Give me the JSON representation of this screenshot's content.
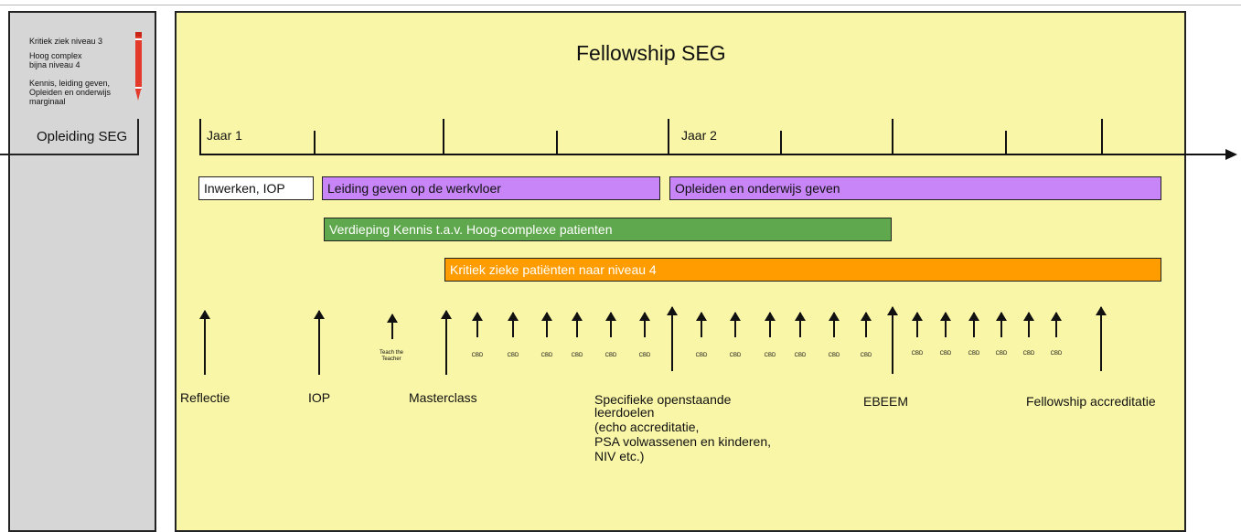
{
  "left_panel": {
    "legend": [
      "Kritiek ziek niveau 3",
      "Hoog complex",
      "bijna niveau 4",
      "Kennis, leiding geven,",
      "Opleiden en onderwijs",
      "marginaal"
    ],
    "label": "Opleiding SEG",
    "pencil_color": "#e33a2c"
  },
  "main": {
    "title": "Fellowship SEG",
    "background": "#f9f6a7",
    "year1": "Jaar 1",
    "year2": "Jaar 2"
  },
  "bars": {
    "inwerken": "Inwerken, IOP",
    "leiding": "Leiding geven op de werkvloer",
    "opleiden": "Opleiden en onderwijs geven",
    "verdieping": "Verdieping Kennis t.a.v. Hoog-complexe patienten",
    "kritiek": "Kritiek zieke patiënten naar niveau 4",
    "colors": {
      "white": "#ffffff",
      "purple": "#c785f7",
      "green": "#5fa84e",
      "orange": "#ff9c00"
    }
  },
  "milestones": {
    "reflectie": "Reflectie",
    "iop": "IOP",
    "teach": "Teach the Teacher",
    "masterclass": "Masterclass",
    "specifieke": [
      "Specifieke openstaande",
      "leerdoelen",
      "(echo accreditatie,",
      "PSA volwassenen en kinderen,",
      "NIV etc.)"
    ],
    "ebeem": "EBEEM",
    "fellowship": "Fellowship accreditatie",
    "cbd": "CBD"
  }
}
